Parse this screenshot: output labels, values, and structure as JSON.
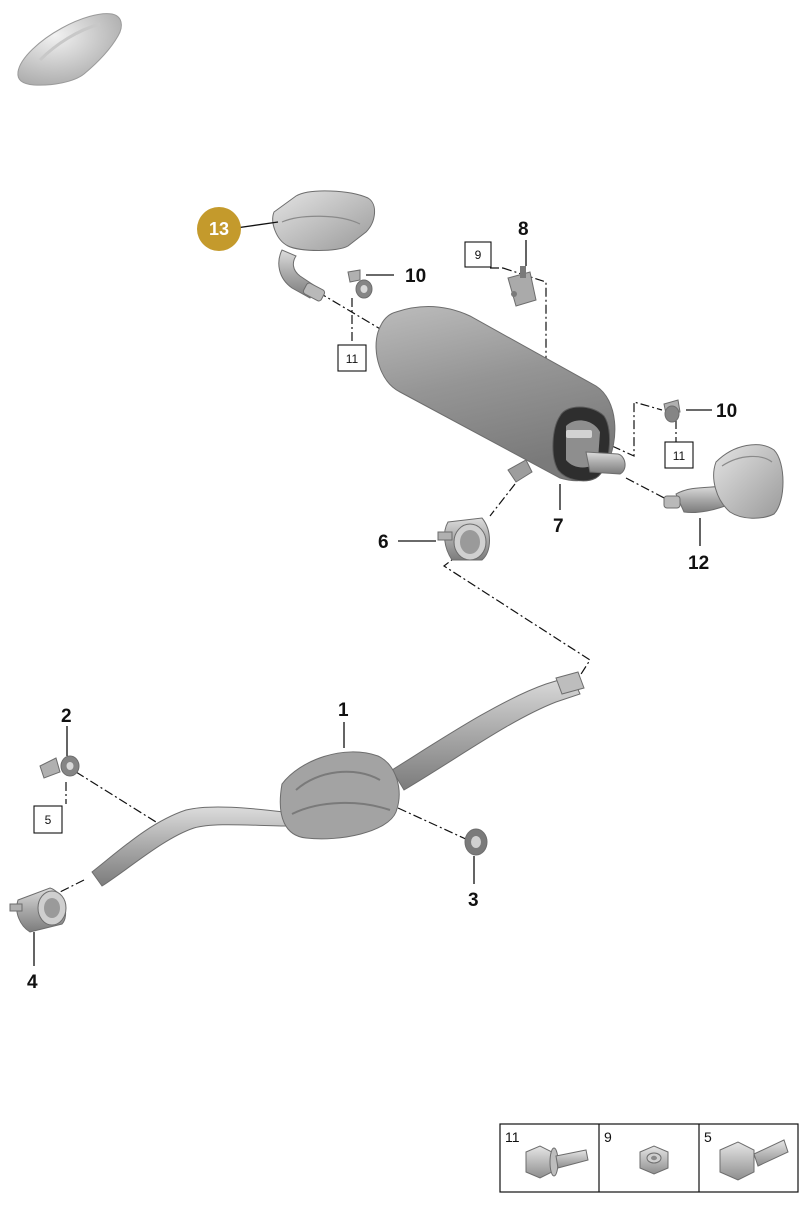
{
  "callouts": {
    "c1": "1",
    "c2": "2",
    "c3": "3",
    "c4": "4",
    "c6": "6",
    "c7": "7",
    "c8": "8",
    "c10a": "10",
    "c10b": "10",
    "c12": "12",
    "c13": "13"
  },
  "ref_boxes": {
    "b9": "9",
    "b11a": "11",
    "b11b": "11",
    "b5": "5"
  },
  "legend": [
    {
      "label": "11",
      "icon": "flange-bolt-icon"
    },
    {
      "label": "9",
      "icon": "nut-icon"
    },
    {
      "label": "5",
      "icon": "hex-bolt-icon"
    }
  ],
  "colors": {
    "highlight": "#c49a2c",
    "part_light": "#d2d2d2",
    "part_mid": "#a8a8a8",
    "part_dark": "#6f6f6f"
  },
  "icons": {
    "vehicle": "car-silhouette-icon"
  }
}
